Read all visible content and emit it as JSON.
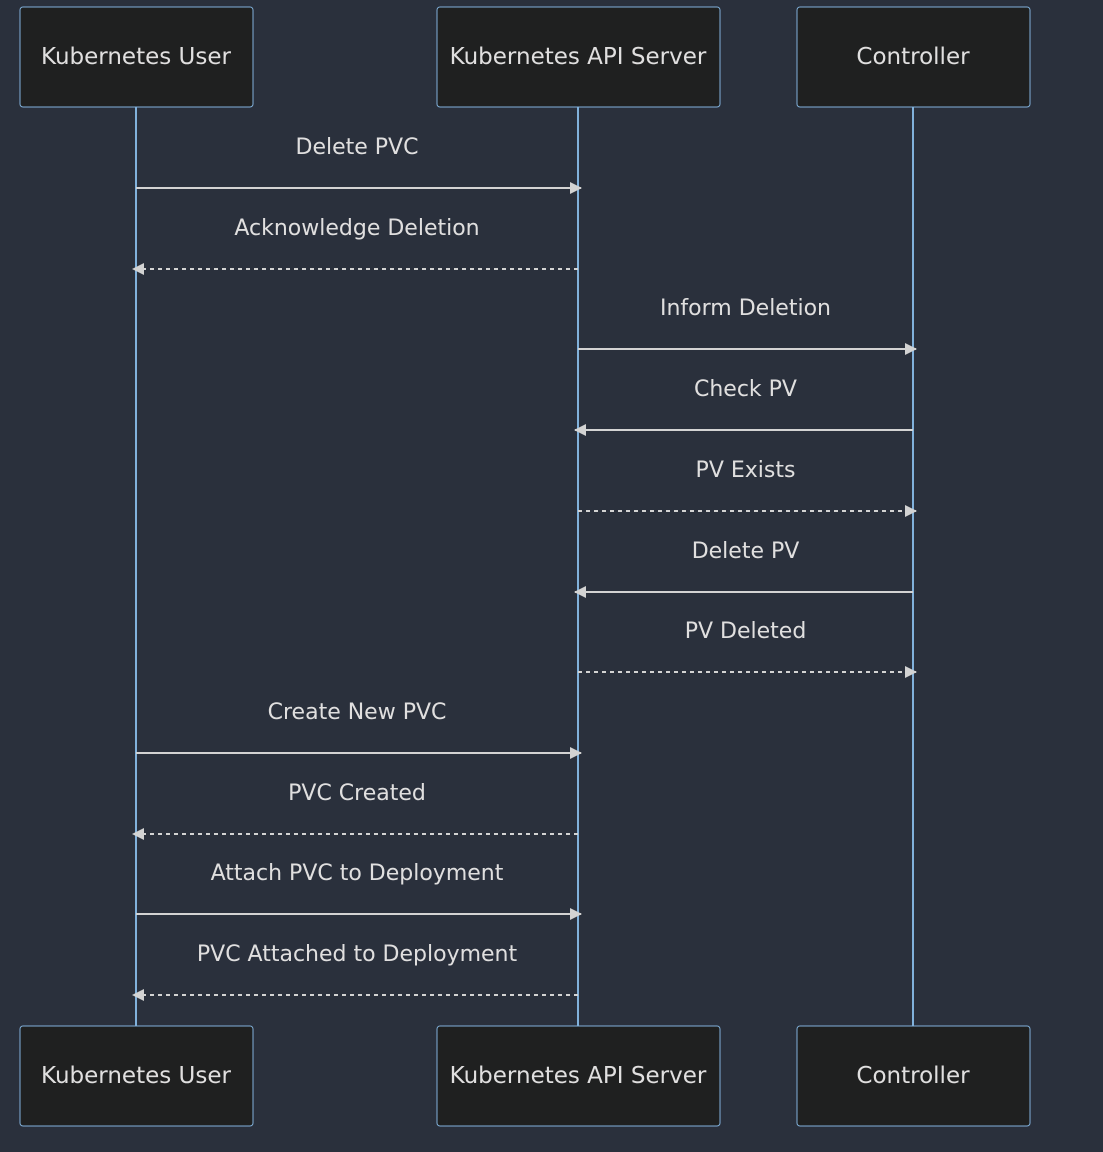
{
  "participants": [
    {
      "id": "user",
      "label": "Kubernetes User"
    },
    {
      "id": "api",
      "label": "Kubernetes API Server"
    },
    {
      "id": "ctrl",
      "label": "Controller"
    }
  ],
  "messages": [
    {
      "from": "user",
      "to": "api",
      "label": "Delete PVC",
      "style": "solid"
    },
    {
      "from": "api",
      "to": "user",
      "label": "Acknowledge Deletion",
      "style": "dashed"
    },
    {
      "from": "api",
      "to": "ctrl",
      "label": "Inform Deletion",
      "style": "solid"
    },
    {
      "from": "ctrl",
      "to": "api",
      "label": "Check PV",
      "style": "solid"
    },
    {
      "from": "api",
      "to": "ctrl",
      "label": "PV Exists",
      "style": "dashed"
    },
    {
      "from": "ctrl",
      "to": "api",
      "label": "Delete PV",
      "style": "solid"
    },
    {
      "from": "api",
      "to": "ctrl",
      "label": "PV Deleted",
      "style": "dashed"
    },
    {
      "from": "user",
      "to": "api",
      "label": "Create New PVC",
      "style": "solid"
    },
    {
      "from": "api",
      "to": "user",
      "label": "PVC Created",
      "style": "dashed"
    },
    {
      "from": "user",
      "to": "api",
      "label": "Attach PVC to Deployment",
      "style": "solid"
    },
    {
      "from": "api",
      "to": "user",
      "label": "PVC Attached to Deployment",
      "style": "dashed"
    }
  ]
}
